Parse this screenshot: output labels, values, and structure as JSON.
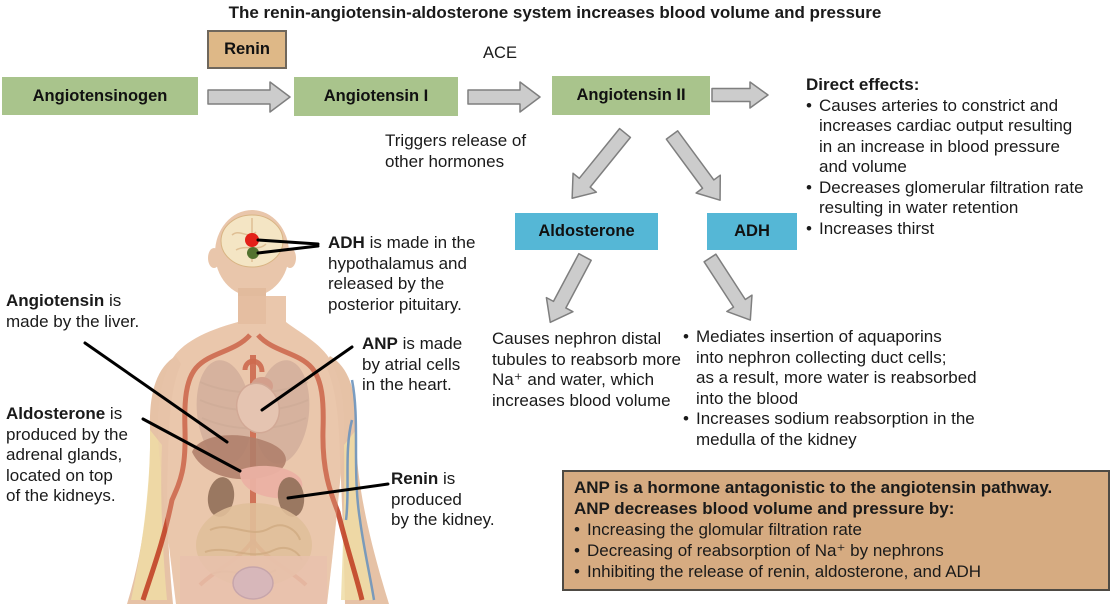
{
  "title": "The renin-angiotensin-aldosterone system increases blood volume and pressure",
  "flow": {
    "angiotensinogen": "Angiotensinogen",
    "renin": "Renin",
    "angiotensin_i": "Angiotensin I",
    "ace": "ACE",
    "angiotensin_ii": "Angiotensin II",
    "triggers_note": "Triggers release of\nother hormones",
    "aldosterone": "Aldosterone",
    "adh": "ADH"
  },
  "direct_effects": {
    "heading": "Direct effects:",
    "bullets": [
      "Causes arteries to constrict and\nincreases cardiac output resulting\nin an increase in blood pressure\nand volume",
      "Decreases glomerular filtration rate\nresulting in water retention",
      "Increases thirst"
    ]
  },
  "aldosterone_effect": "Causes nephron distal\ntubules to reabsorb more\nNa⁺ and water, which\nincreases blood volume",
  "adh_effects": {
    "bullets": [
      "Mediates insertion of aquaporins\ninto nephron collecting duct cells;\nas a result, more water is reabsorbed\ninto the blood",
      "Increases sodium reabsorption in the\nmedulla of the kidney"
    ]
  },
  "body_labels": {
    "angiotensin": {
      "lead": "Angiotensin",
      "rest": " is\nmade by the liver."
    },
    "aldosterone": {
      "lead": "Aldosterone",
      "rest": " is\nproduced by the\nadrenal glands,\nlocated on top\nof the kidneys."
    },
    "adh": {
      "lead": "ADH",
      "rest": " is made in the\nhypothalamus and\nreleased by the\nposterior pituitary."
    },
    "anp": {
      "lead": "ANP",
      "rest": " is made\nby atrial cells\nin the heart."
    },
    "renin": {
      "lead": "Renin",
      "rest": " is\nproduced\nby the kidney."
    }
  },
  "anp_box": {
    "heading": "ANP is a hormone antagonistic to the angiotensin pathway.\nANP decreases blood volume and pressure by:",
    "bullets": [
      "Increasing the glomular filtration rate",
      "Decreasing of reabsorption of Na⁺ by nephrons",
      "Inhibiting the release of renin, aldosterone, and ADH"
    ]
  },
  "colors": {
    "process_green": "#a9c48c",
    "enzyme_tan": "#deb887",
    "hormone_blue": "#55b7d6",
    "summary_tan": "#d6ab81",
    "arrow_gray": "#cccccc",
    "hypothalamus_dot_red": "#e32119",
    "pituitary_dot_green": "#52722f"
  }
}
